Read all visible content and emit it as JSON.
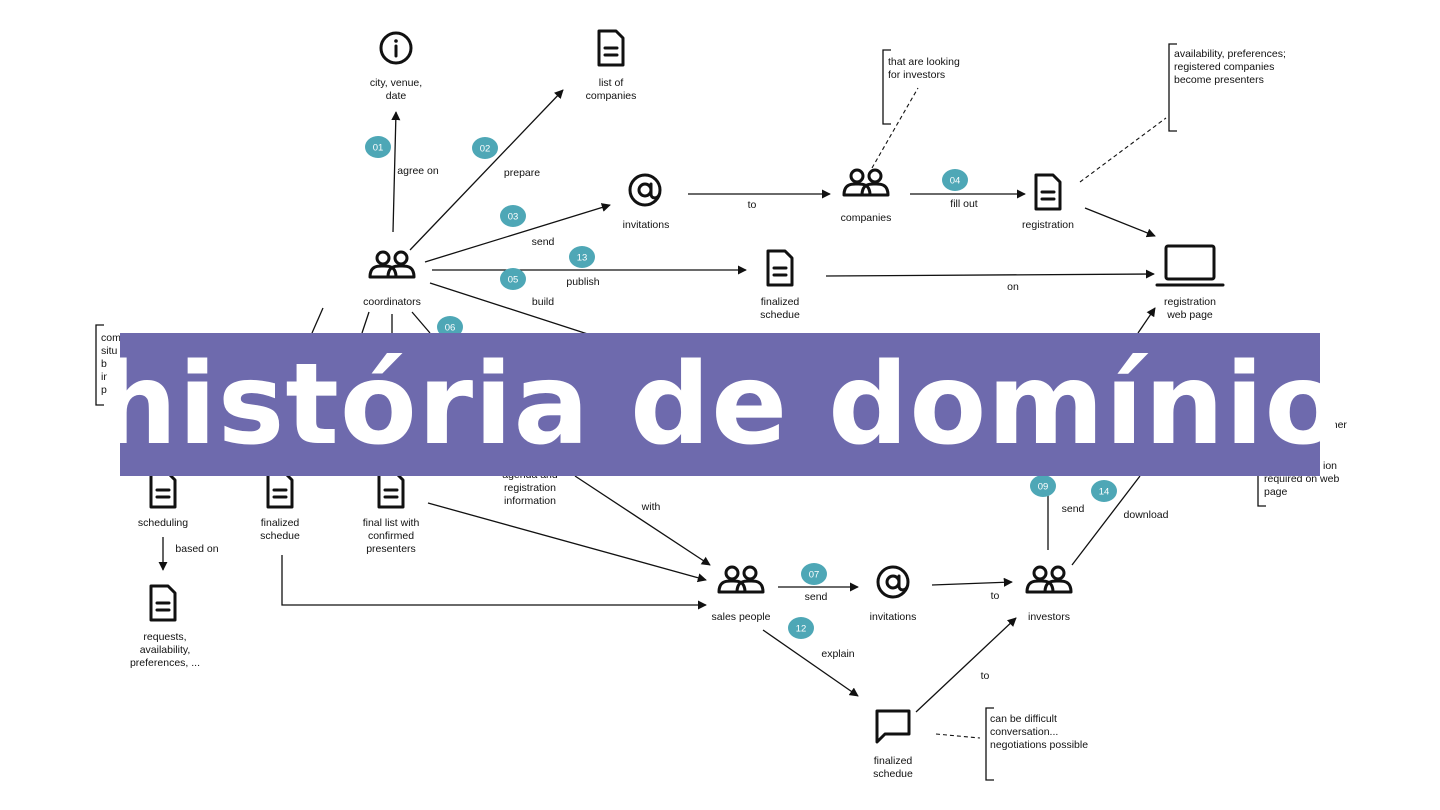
{
  "banner": {
    "title": "história  de domínio"
  },
  "nodes": {
    "coordinators": "coordinators",
    "info_label_1": "city, venue,",
    "info_label_2": "date",
    "list_label_1": "list of",
    "list_label_2": "companies",
    "invitations_top": "invitations",
    "companies": "companies",
    "registration": "registration",
    "reg_web_1": "registration",
    "reg_web_2": "web page",
    "finalized_schedule_top_1": "finalized",
    "finalized_schedule_top_2": "schedue",
    "scheduling": "scheduling",
    "requests_1": "requests,",
    "requests_2": "availability,",
    "requests_3": "preferences, ...",
    "finalized_schedule_left_1": "finalized",
    "finalized_schedule_left_2": "schedue",
    "final_list_1": "final list with",
    "final_list_2": "confirmed",
    "final_list_3": "presenters",
    "agenda_1": "agenda and",
    "agenda_2": "registration",
    "agenda_3": "information",
    "sales_people": "sales people",
    "invitations_bottom": "invitations",
    "investors": "investors",
    "finalized_schedule_bottom_1": "finalized",
    "finalized_schedule_bottom_2": "schedue"
  },
  "edges": {
    "agree_on": "agree on",
    "prepare": "prepare",
    "send_top": "send",
    "publish": "publish",
    "build": "build",
    "to_top": "to",
    "fill_out": "fill out",
    "on": "on",
    "based_on": "based on",
    "with": "with",
    "send_sales": "send",
    "to_investors": "to",
    "send_investors": "send",
    "download": "download",
    "explain": "explain",
    "to_bottom": "to"
  },
  "badges": [
    "01",
    "02",
    "03",
    "04",
    "05",
    "06",
    "07",
    "09",
    "12",
    "13",
    "14"
  ],
  "notes": {
    "looking_1": "that are looking",
    "looking_2": "for investors",
    "avail_1": "availability, preferences;",
    "avail_2": "registered companies",
    "avail_3": "become presenters",
    "left_1": "com",
    "left_2": "situ",
    "left_3": "betv",
    "left_4": "inve",
    "left_5": "poli",
    "right_1": "other",
    "right_2": "ion",
    "right_3": "required on web",
    "right_4": "page",
    "conv_1": "can be difficult",
    "conv_2": "conversation...",
    "conv_3": "negotiations possible"
  },
  "colors": {
    "badge": "#4ea7b6",
    "banner": "#6e6aad",
    "banner_text": "#ffffff",
    "ink": "#111111"
  },
  "icons": [
    "people-icon",
    "info-icon",
    "document-icon",
    "at-sign-icon",
    "laptop-icon",
    "chat-bubble-icon"
  ]
}
